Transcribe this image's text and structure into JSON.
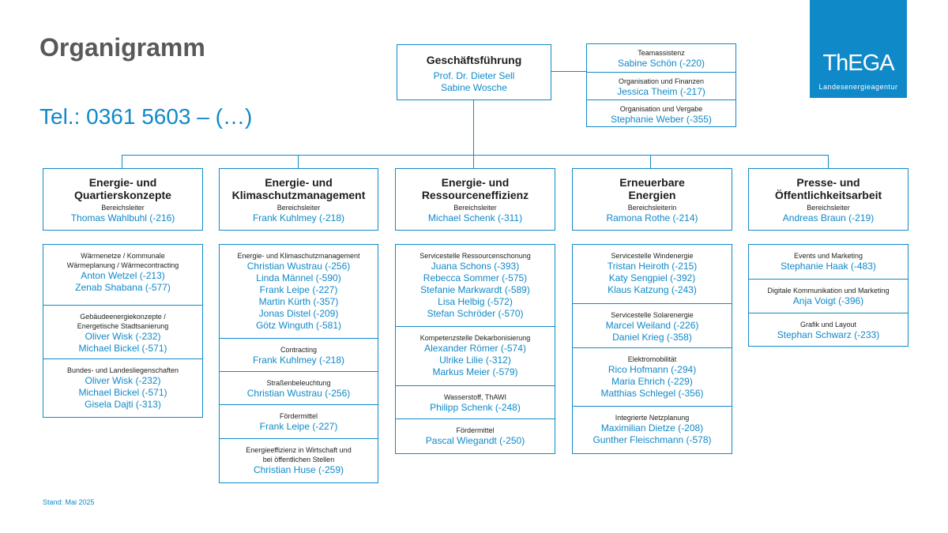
{
  "title": "Organigramm",
  "phone": "Tel.: 0361 5603 – (…)",
  "footer": "Stand: Mai 2025",
  "logo": {
    "text": "ThEGA",
    "subtitle": "Landesenergieagentur"
  },
  "colors": {
    "accent": "#1089c8",
    "title": "#595959"
  },
  "management": {
    "title": "Geschäftsführung",
    "people": [
      "Prof. Dr. Dieter Sell",
      "Sabine Wosche"
    ]
  },
  "staff": [
    {
      "label": "Teamassistenz",
      "name": "Sabine Schön (-220)"
    },
    {
      "label": "Organisation und Finanzen",
      "name": "Jessica Theim (-217)"
    },
    {
      "label": "Organisation und Vergabe",
      "name": "Stephanie Weber (-355)"
    }
  ],
  "departments": [
    {
      "title": [
        "Energie- und",
        "Quartierskonzepte"
      ],
      "role": "Bereichsleiter",
      "lead": "Thomas Wahlbuhl (-216)",
      "units": [
        {
          "labels": [
            "Wärmenetze / Kommunale",
            "Wärmeplanung / Wärmecontracting"
          ],
          "people": [
            "Anton Wetzel (-213)",
            "Zenab Shabana (-577)"
          ]
        },
        {
          "labels": [
            "Gebäudeenergiekonzepte /",
            "Energetische Stadtsanierung"
          ],
          "people": [
            "Oliver Wisk (-232)",
            "Michael Bickel (-571)"
          ]
        },
        {
          "labels": [
            "Bundes- und Landesliegenschaften"
          ],
          "people": [
            "Oliver Wisk (-232)",
            "Michael Bickel (-571)",
            "Gisela Dajti (-313)"
          ]
        }
      ]
    },
    {
      "title": [
        "Energie- und",
        "Klimaschutzmanagement"
      ],
      "role": "Bereichsleiter",
      "lead": "Frank Kuhlmey (-218)",
      "units": [
        {
          "labels": [
            "Energie- und Klimaschutzmanagement"
          ],
          "people": [
            "Christian Wustrau (-256)",
            "Linda Männel (-590)",
            "Frank Leipe (-227)",
            "Martin Kürth (-357)",
            "Jonas Distel (-209)",
            "Götz Winguth (-581)"
          ]
        },
        {
          "labels": [
            "Contracting"
          ],
          "people": [
            "Frank Kuhlmey (-218)"
          ]
        },
        {
          "labels": [
            "Straßenbeleuchtung"
          ],
          "people": [
            "Christian Wustrau (-256)"
          ]
        },
        {
          "labels": [
            "Fördermittel"
          ],
          "people": [
            "Frank Leipe (-227)"
          ]
        },
        {
          "labels": [
            "Energieeffizienz in Wirtschaft und",
            "bei öffentlichen Stellen"
          ],
          "people": [
            "Christian Huse (-259)"
          ]
        }
      ]
    },
    {
      "title": [
        "Energie- und",
        "Ressourceneffizienz"
      ],
      "role": "Bereichsleiter",
      "lead": "Michael Schenk (-311)",
      "units": [
        {
          "labels": [
            "Servicestelle Ressourcenschonung"
          ],
          "people": [
            "Juana Schons (-393)",
            "Rebecca Sommer (-575)",
            "Stefanie Markwardt (-589)",
            "Lisa Helbig (-572)",
            "Stefan Schröder (-570)"
          ]
        },
        {
          "labels": [
            "Kompetenzstelle Dekarbonisierung"
          ],
          "people": [
            "Alexander Römer (-574)",
            "Ulrike Lilie (-312)",
            "Markus Meier (-579)"
          ]
        },
        {
          "labels": [
            "Wasserstoff, ThAWI"
          ],
          "people": [
            "Philipp Schenk (-248)"
          ]
        },
        {
          "labels": [
            "Fördermittel"
          ],
          "people": [
            "Pascal Wiegandt (-250)"
          ]
        }
      ]
    },
    {
      "title": [
        "Erneuerbare",
        "Energien"
      ],
      "role": "Bereichsleiterin",
      "lead": "Ramona Rothe (-214)",
      "units": [
        {
          "labels": [
            "Servicestelle Windenergie"
          ],
          "people": [
            "Tristan Heiroth (-215)",
            "Katy Sengpiel (-392)",
            "Klaus Katzung (-243)"
          ]
        },
        {
          "labels": [
            "Servicestelle Solarenergie"
          ],
          "people": [
            "Marcel Weiland (-226)",
            "Daniel Krieg (-358)"
          ]
        },
        {
          "labels": [
            "Elektromobilität"
          ],
          "people": [
            "Rico Hofmann (-294)",
            "Maria Ehrich (-229)",
            "Matthias Schlegel (-356)"
          ]
        },
        {
          "labels": [
            "Integrierte Netzplanung"
          ],
          "people": [
            "Maximilian Dietze (-208)",
            "Gunther Fleischmann (-578)"
          ]
        }
      ]
    },
    {
      "title": [
        "Presse- und",
        "Öffentlichkeitsarbeit"
      ],
      "role": "Bereichsleiter",
      "lead": "Andreas Braun (-219)",
      "units": [
        {
          "labels": [
            "Events und Marketing"
          ],
          "people": [
            "Stephanie Haak (-483)"
          ]
        },
        {
          "labels": [
            "Digitale Kommunikation und Marketing"
          ],
          "people": [
            "Anja Voigt (-396)"
          ]
        },
        {
          "labels": [
            "Grafik und Layout"
          ],
          "people": [
            "Stephan Schwarz (-233)"
          ]
        }
      ]
    }
  ]
}
